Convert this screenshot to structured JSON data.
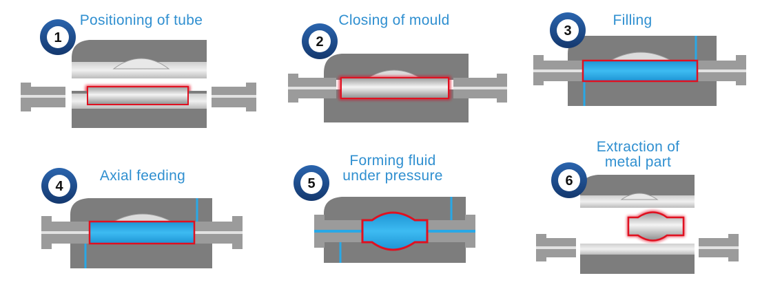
{
  "colors": {
    "mould": "#7d7d7d",
    "mould_edge": "#6a6a6a",
    "tube_light": "#f2f2f2",
    "tube_dark": "#a8a8a8",
    "fluid": "#29a8e6",
    "seal_red": "#e01020",
    "title_blue": "#2f8fd0",
    "badge_blue": "#1d4e92"
  },
  "steps": [
    {
      "number": "1",
      "title": [
        "Positioning of tube"
      ]
    },
    {
      "number": "2",
      "title": [
        "Closing of mould"
      ]
    },
    {
      "number": "3",
      "title": [
        "Filling"
      ]
    },
    {
      "number": "4",
      "title": [
        "Axial feeding"
      ]
    },
    {
      "number": "5",
      "title": [
        "Forming fluid",
        "under pressure"
      ]
    },
    {
      "number": "6",
      "title": [
        "Extraction of",
        "metal part"
      ]
    }
  ]
}
